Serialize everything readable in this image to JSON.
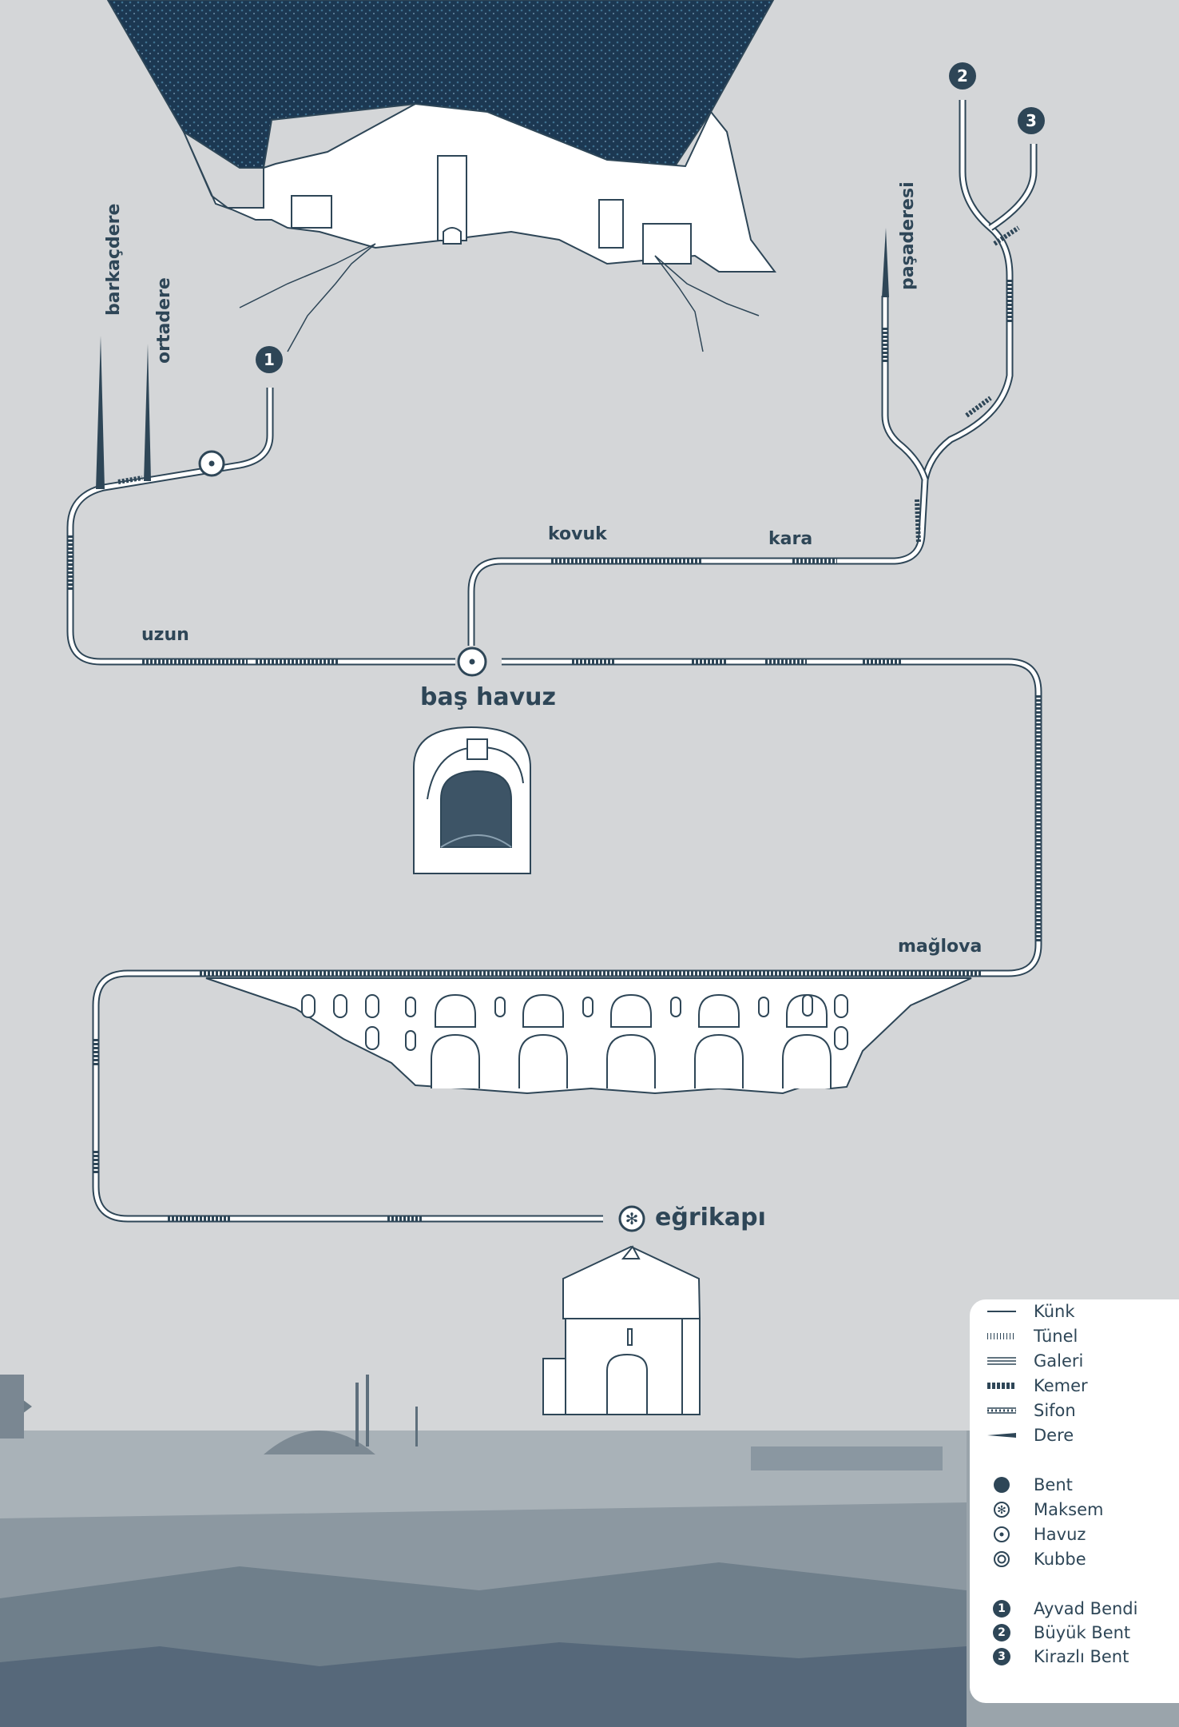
{
  "streams": {
    "barkacdere": "barkaçdere",
    "ortadere": "ortadere",
    "pasaderesi": "paşaderesi"
  },
  "labels": {
    "kovuk": "kovuk",
    "kara": "kara",
    "uzun": "uzun",
    "bas_havuz": "baş havuz",
    "maglova": "mağlova",
    "egrikapi": "eğrikapı"
  },
  "badges": {
    "one": "1",
    "two": "2",
    "three": "3"
  },
  "legend": {
    "kunk": "Künk",
    "tunel": "Tünel",
    "galeri": "Galeri",
    "kemer": "Kemer",
    "sifon": "Sifon",
    "dere": "Dere",
    "bent": "Bent",
    "maksem": "Maksem",
    "havuz": "Havuz",
    "kubbe": "Kubbe",
    "ayvad": "Ayvad Bendi",
    "buyuk": "Büyük Bent",
    "kirazli": "Kirazlı Bent",
    "n1": "1",
    "n2": "2",
    "n3": "3"
  },
  "colors": {
    "background": "#d4d6d8",
    "ink": "#2e4657",
    "lake": "#1f3a55",
    "white": "#ffffff"
  }
}
